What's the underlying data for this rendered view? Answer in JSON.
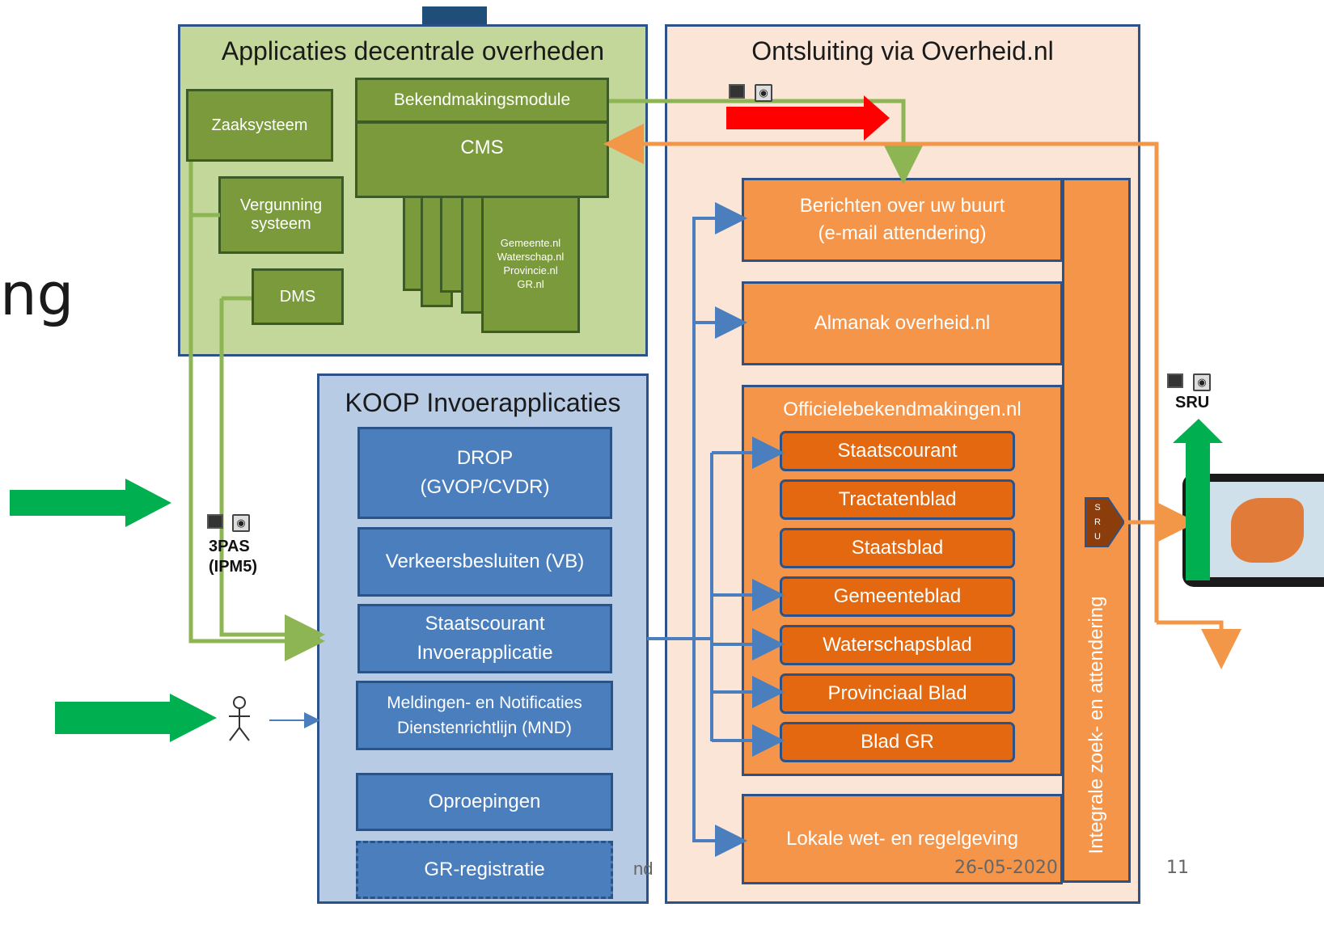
{
  "left_fragment": "ng",
  "apps_panel": {
    "title": "Applicaties decentrale overheden",
    "zaaksysteem": "Zaaksysteem",
    "vergunning": "Vergunning\nsysteem",
    "dms": "DMS",
    "bekendmakingsmodule": "Bekendmakingsmodule",
    "cms": "CMS",
    "sites": "Gemeente.nl\nWaterschap.nl\nProvincie.nl\nGR.nl"
  },
  "koop_panel": {
    "title": "KOOP Invoerapplicaties",
    "drop": "DROP\n(GVOP/CVDR)",
    "vb": "Verkeersbesluiten (VB)",
    "stcrt": "Staatscourant\nInvoerapplicatie",
    "mnd": "Meldingen- en Notificaties\nDienstenrichtlijn (MND)",
    "oproepingen": "Oproepingen",
    "gr": "GR-registratie"
  },
  "overheid_panel": {
    "title": "Ontsluiting via Overheid.nl",
    "berichten": "Berichten over uw buurt\n(e-mail attendering)",
    "almanak": "Almanak overheid.nl",
    "ob_title": "Officielebekendmakingen.nl",
    "publications": [
      "Staatscourant",
      "Tractatenblad",
      "Staatsblad",
      "Gemeenteblad",
      "Waterschapsblad",
      "Provinciaal Blad",
      "Blad GR"
    ],
    "lokale": "Lokale wet- en regelgeving",
    "integrale": "Integrale zoek- en attendering",
    "sru_tag": "S\nR\nU"
  },
  "protocol_3pas": "3PAS\n(IPM5)",
  "sru_label": "SRU",
  "footer": {
    "fragment": "nd",
    "date": "26-05-2020",
    "page": "11"
  },
  "colors": {
    "green_panel": "#c4d79b",
    "blue_panel": "#b7cbe5",
    "orange_panel": "#fbe5d6",
    "green_box": "#7a9a3c",
    "blue_box": "#4a7ebd",
    "orange_box": "#f5954a",
    "dark_orange_box": "#e3680f",
    "green_arrow": "#00b050",
    "red_arrow": "#ff0000"
  }
}
